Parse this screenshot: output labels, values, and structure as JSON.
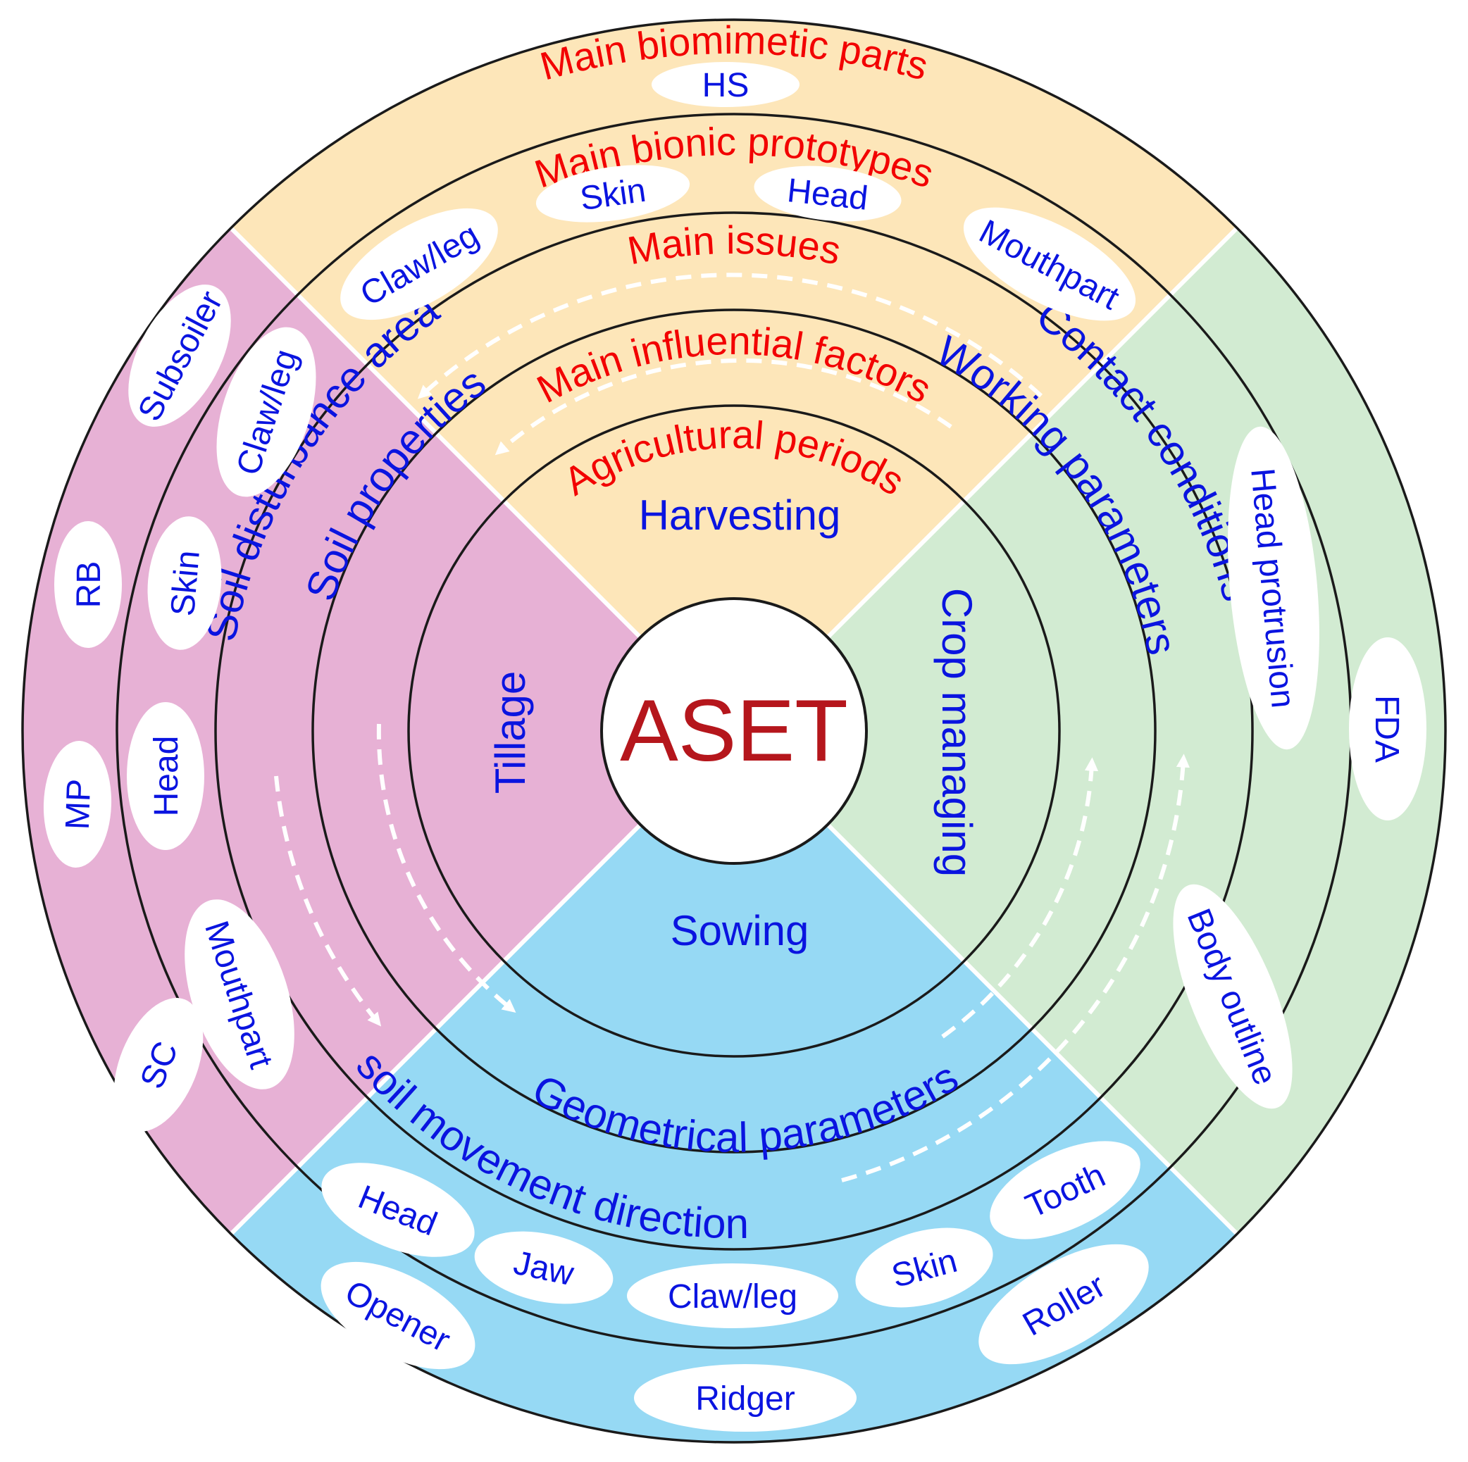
{
  "center": {
    "label": "ASET",
    "color": "#b5161c"
  },
  "colors": {
    "harvesting": "#fde6b9",
    "crop": "#d2ebd2",
    "sowing": "#96d9f4",
    "tillage": "#e7b1d5",
    "title_red": "#f20000",
    "label_blue": "#0a14e0",
    "ring_line": "#1a1a1a"
  },
  "ring_titles": {
    "biomimetic_parts": "Main biomimetic parts",
    "bionic_prototypes": "Main bionic prototypes",
    "issues": "Main issues",
    "influential_factors": "Main influential factors",
    "agricultural_periods": "Agricultural periods"
  },
  "periods": {
    "harvesting": "Harvesting",
    "tillage": "Tillage",
    "sowing": "Sowing",
    "crop": "Crop managing"
  },
  "factors": {
    "soil_properties": "Soil properties",
    "working_parameters": "Working parameters",
    "geometrical_parameters": "Geometrical parameters",
    "soil_disturbance_area": "Soil disturbance area",
    "contact_conditions": "Contact conditions",
    "soil_movement_direction": "soil movement direction"
  },
  "harvesting_pills": {
    "hs": "HS",
    "skin": "Skin",
    "head": "Head",
    "claw_leg": "Claw/leg",
    "mouthpart": "Mouthpart"
  },
  "tillage_pills": {
    "subsoiler": "Subsoiler",
    "rb": "RB",
    "mp": "MP",
    "sc": "SC",
    "claw_leg": "Claw/leg",
    "skin": "Skin",
    "head": "Head",
    "mouthpart": "Mouthpart"
  },
  "crop_pills": {
    "head_protrusion": "Head protrusion",
    "fda": "FDA",
    "body_outline": "Body outline"
  },
  "sowing_pills": {
    "head": "Head",
    "jaw": "Jaw",
    "claw_leg": "Claw/leg",
    "skin": "Skin",
    "tooth": "Tooth",
    "opener": "Opener",
    "ridger": "Ridger",
    "roller": "Roller"
  }
}
